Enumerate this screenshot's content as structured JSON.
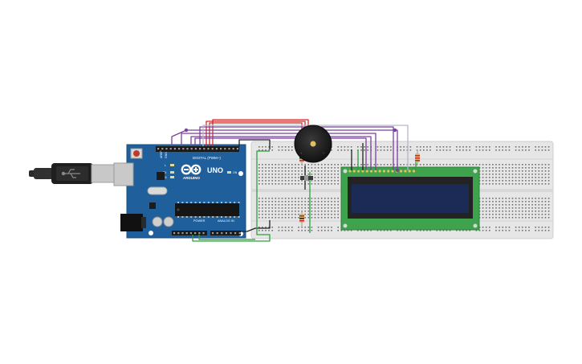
{
  "board": {
    "model": "UNO",
    "brand": "ARDUINO",
    "header_digital": "DIGITAL (PWM~)",
    "header_power": "POWER",
    "header_analog": "ANALOG IN",
    "reset_label": "RESET",
    "tx_label": "TX",
    "rx_label": "RX",
    "on_label": "ON",
    "l_label": "L",
    "pin_aref": "AREF",
    "pin_gnd": "GND"
  },
  "colors": {
    "breadboard": "#e6e6e6",
    "board": "#1f5f9c",
    "lcd_pcb": "#3fa34d",
    "lcd_screen": "#1c2b55",
    "buzzer": "#202020",
    "wire_red": "#d62828",
    "wire_purple": "#7b3fa0",
    "wire_black": "#222222",
    "wire_green": "#2e9e3e",
    "wire_gray": "#b7b7c7"
  },
  "components": [
    "usb-cable",
    "arduino-uno",
    "breadboard",
    "piezo-buzzer",
    "lcd-16x2",
    "potentiometer",
    "resistor"
  ]
}
